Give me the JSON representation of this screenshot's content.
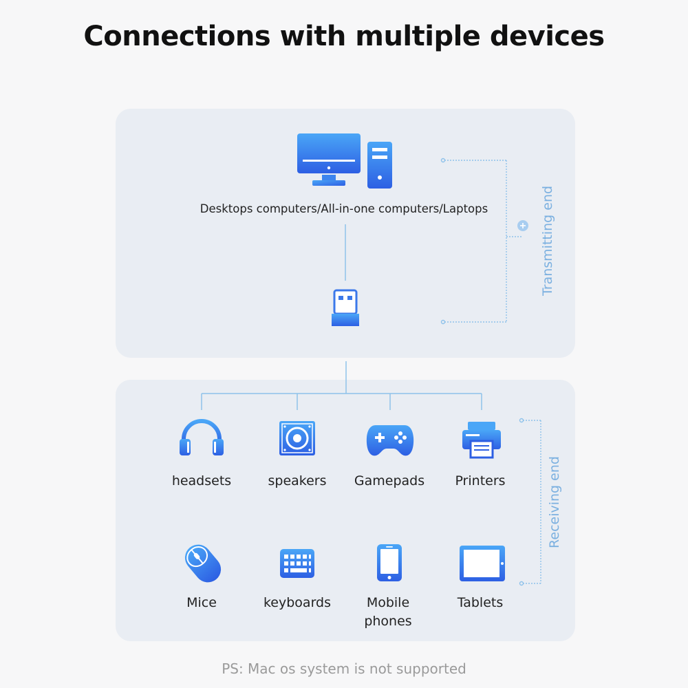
{
  "title": "Connections with multiple devices",
  "transmitting": {
    "computers_label": "Desktops computers/All-in-one computers/Laptops",
    "side_label": "Transmitting end"
  },
  "receiving": {
    "side_label": "Receiving end",
    "devices": [
      {
        "label": "headsets",
        "icon": "headset-icon"
      },
      {
        "label": "speakers",
        "icon": "speaker-icon"
      },
      {
        "label": "Gamepads",
        "icon": "gamepad-icon"
      },
      {
        "label": "Printers",
        "icon": "printer-icon"
      },
      {
        "label": "Mice",
        "icon": "mouse-icon"
      },
      {
        "label": "keyboards",
        "icon": "keyboard-icon"
      },
      {
        "label": "Mobile phones",
        "icon": "mobile-phone-icon"
      },
      {
        "label": "Tablets",
        "icon": "tablet-icon"
      }
    ]
  },
  "footnote": "PS:  Mac os system is not supported",
  "colors": {
    "accent_blue": "#2f6fe6",
    "light_blue": "#4aa0f5",
    "line_blue": "#8ec2ea"
  }
}
